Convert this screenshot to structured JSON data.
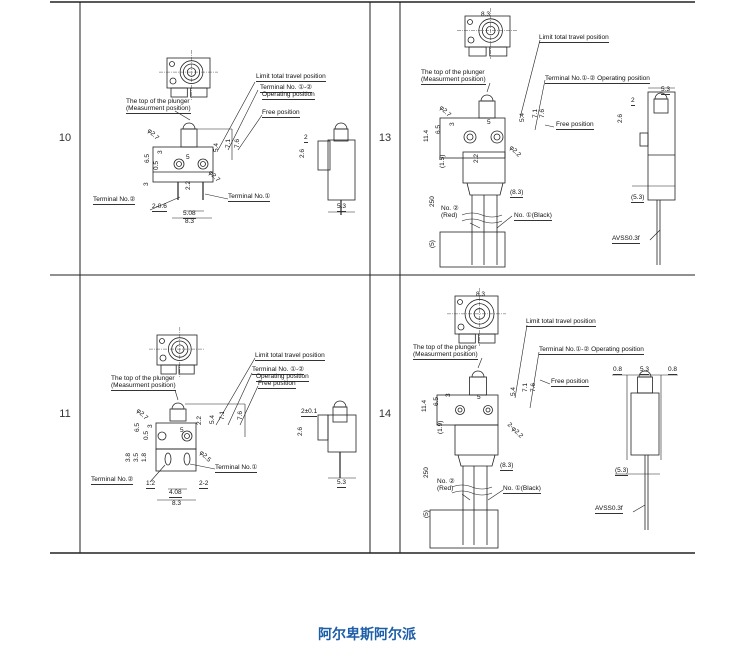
{
  "table": {
    "cells": [
      {
        "row_number": "10",
        "labels": [
          "Limit total travel position",
          "Terminal No. ①-②",
          "Operating position",
          "Free position",
          "The top of the plunger",
          "(Measurment position)",
          "Terminal No.①",
          "Terminal No.②",
          "2-0.6",
          "5.08",
          "8.3",
          "5.3",
          "2",
          "2.6",
          "6.5",
          "0.5",
          "3",
          "3",
          "5",
          "φ2.7",
          "φ2.7",
          "2.2",
          "7.1",
          "7.6",
          "5.4"
        ]
      },
      {
        "row_number": "13",
        "labels": [
          "8.3",
          "Limit total travel position",
          "The top of the plunger",
          "(Measurment position)",
          "Terminal No.①-② Operating position",
          "Free position",
          "5.3",
          "2",
          "2.6",
          "11.4",
          "6.5",
          "3",
          "5",
          "φ2.7",
          "φ2.2",
          "2.2",
          "(1.5)",
          "(8.3)",
          "(5.3)",
          "250",
          "No. ②",
          "(Red)",
          "No. ①(Black)",
          "AVSS0.3f",
          "(5)",
          "7.1",
          "7.6",
          "5.4"
        ]
      },
      {
        "row_number": "11",
        "labels": [
          "Limit total travel position",
          "Terminal No. ①-②",
          "Operating position",
          "Free position",
          "The top of the plunger",
          "(Measurment position)",
          "Terminal No.①",
          "Terminal No.②",
          "1.2",
          "2-2",
          "4.08",
          "8.3",
          "2±0.1",
          "2.6",
          "5.3",
          "6.5",
          "0.5",
          "3",
          "5",
          "φ2.7",
          "φ2.5",
          "3.8",
          "3.5",
          "1.8",
          "2.2",
          "7.1",
          "7.6",
          "5.4"
        ]
      },
      {
        "row_number": "14",
        "labels": [
          "8.3",
          "Limit total travel position",
          "The top of the plunger",
          "(Measurment position)",
          "Terminal No.①-② Operating position",
          "Free position",
          "0.8",
          "5.3",
          "0.8",
          "11.4",
          "6.5",
          "3",
          "5",
          "2-φ2.2",
          "(1.9)",
          "(8.3)",
          "(5.3)",
          "250",
          "No. ②",
          "(Red)",
          "No. ①(Black)",
          "AVSS0.3f",
          "(5)",
          "7.1",
          "7.6",
          "5.4"
        ]
      }
    ]
  },
  "footer": {
    "brand": "阿尔卑斯阿尔派"
  },
  "colors": {
    "brand": "#1d5ea8",
    "rule": "#333333"
  }
}
